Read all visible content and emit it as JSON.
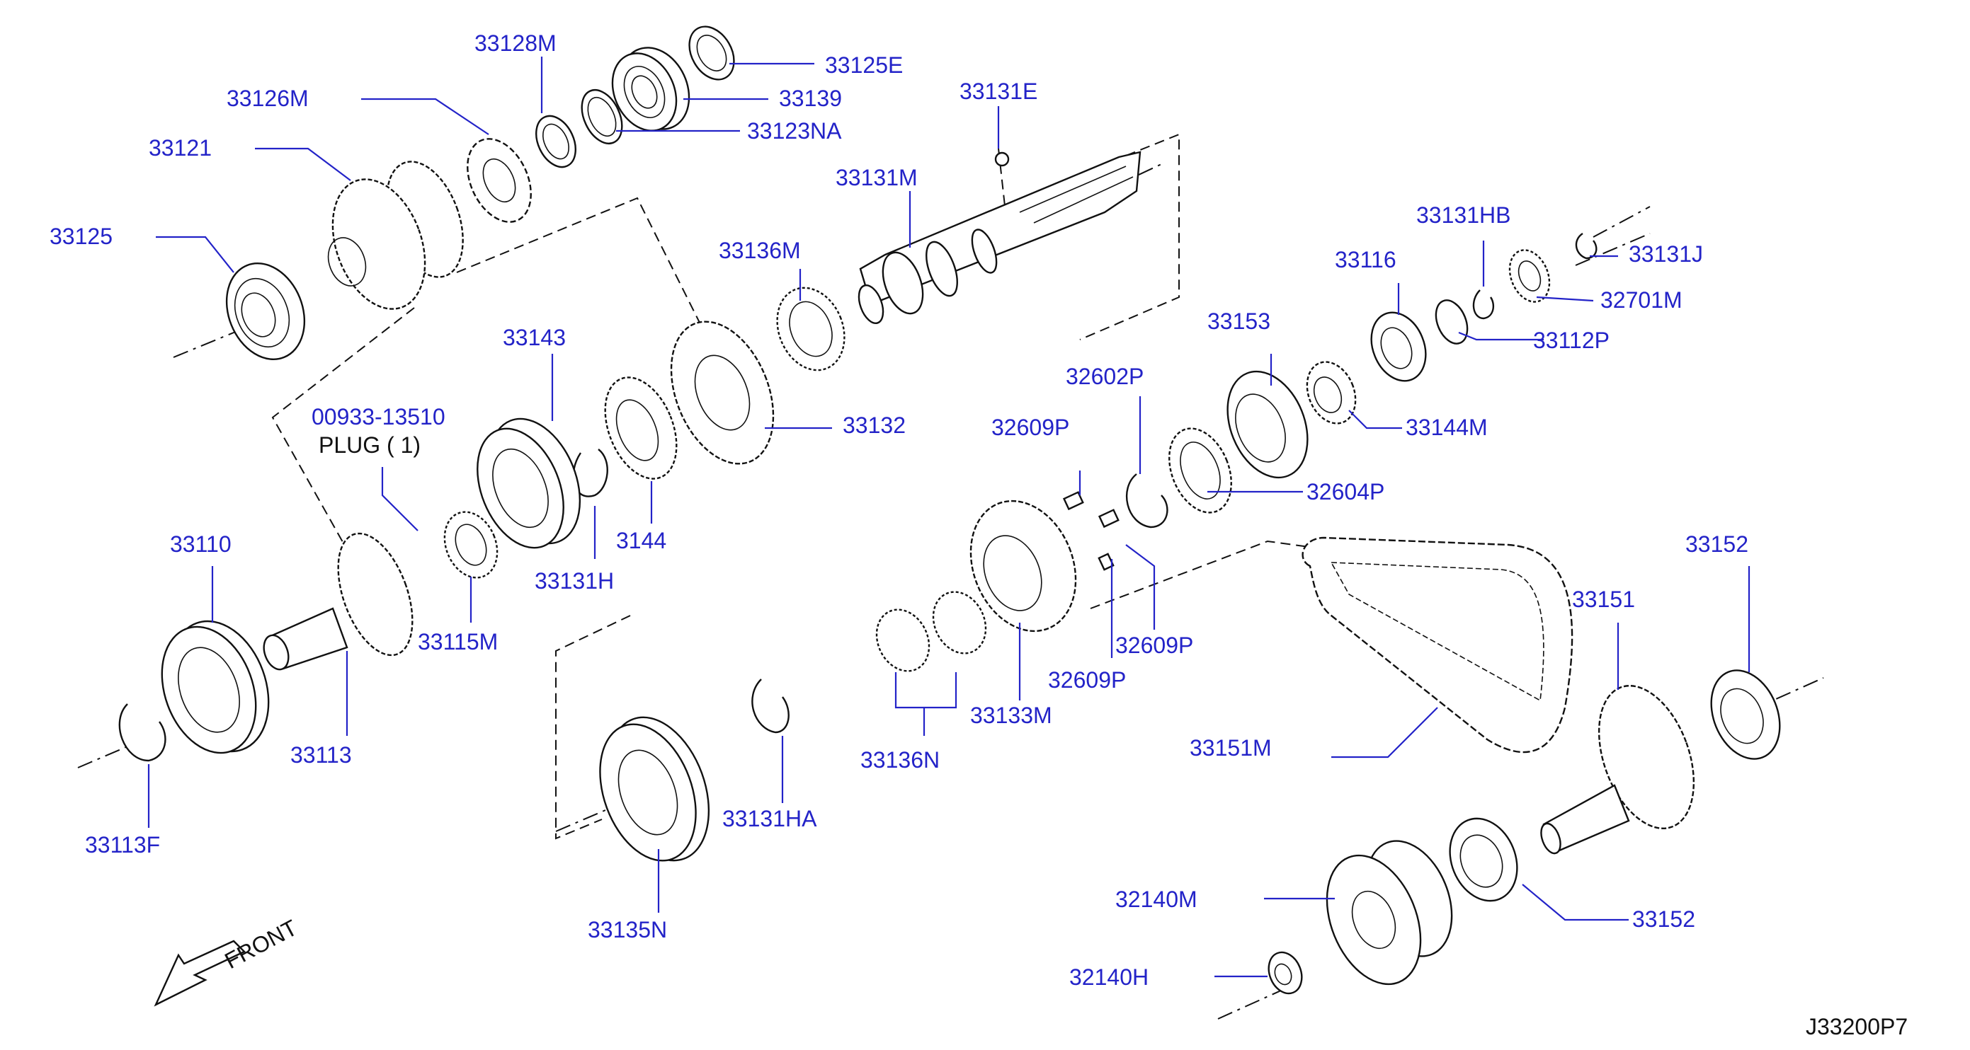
{
  "diagram": {
    "code": "J33200P7",
    "front_label": "FRONT",
    "labels": {
      "p33128M": "33128M",
      "p33125E": "33125E",
      "p33126M": "33126M",
      "p33139": "33139",
      "p33123NA": "33123NA",
      "p33121": "33121",
      "p33131E": "33131E",
      "p33131M": "33131M",
      "p33125": "33125",
      "p33136M": "33136M",
      "p33131HB": "33131HB",
      "p33131J": "33131J",
      "p33116": "33116",
      "p32701M": "32701M",
      "p33143": "33143",
      "p33153": "33153",
      "p33112P": "33112P",
      "plug_part": "00933-13510",
      "plug_desc": "PLUG ( 1)",
      "p32602P": "32602P",
      "p33132": "33132",
      "p33144M": "33144M",
      "p32609P_a": "32609P",
      "p32604P": "32604P",
      "p33144": "3144",
      "p33110": "33110",
      "p33131H": "33131H",
      "p33152_top": "33152",
      "p33115M": "33115M",
      "p33151": "33151",
      "p32609P_b": "32609P",
      "p33113": "33113",
      "p32609P_c": "32609P",
      "p33133M": "33133M",
      "p33151M": "33151M",
      "p33136N": "33136N",
      "p33131HA": "33131HA",
      "p33113F": "33113F",
      "p32140M": "32140M",
      "p33152": "33152",
      "p33135N": "33135N",
      "p32140H": "32140H"
    }
  }
}
